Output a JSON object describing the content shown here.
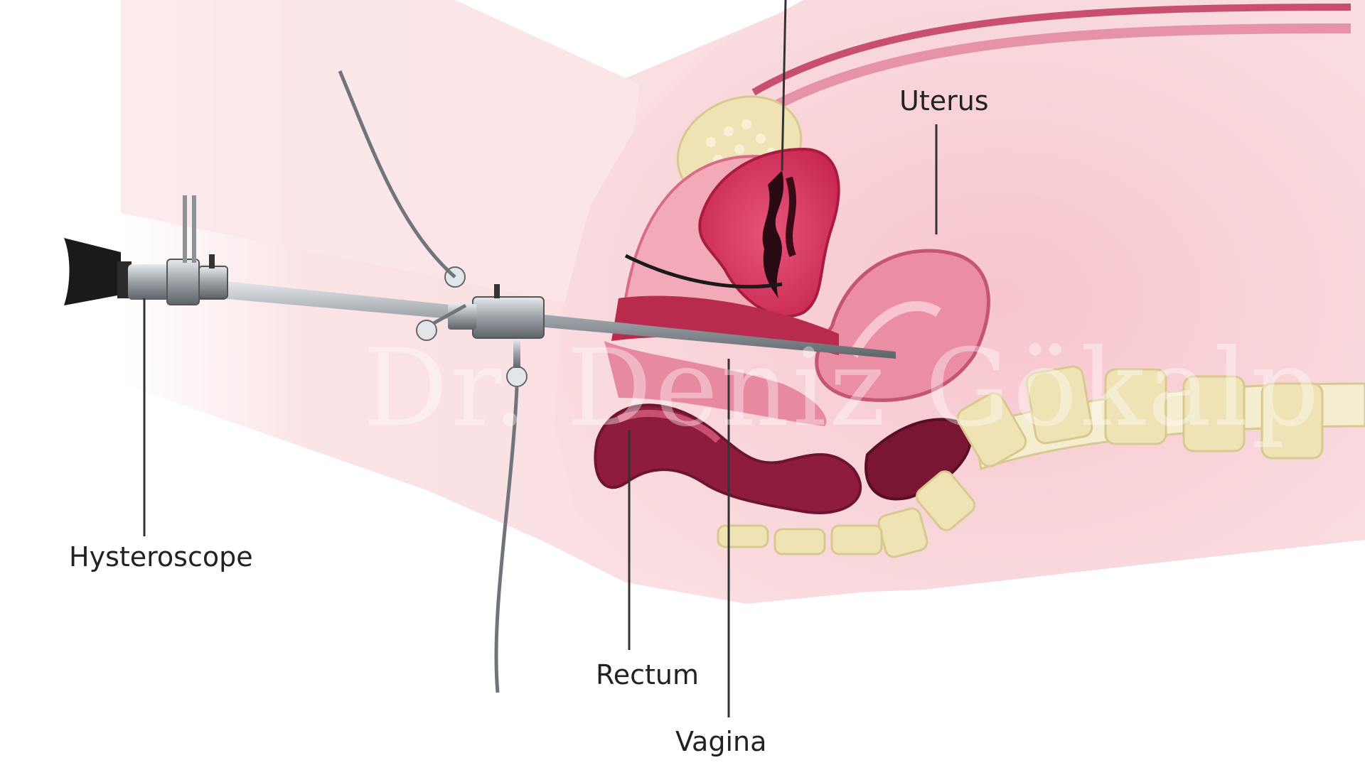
{
  "labels": {
    "uterus": "Uterus",
    "hysteroscope": "Hysteroscope",
    "rectum": "Rectum",
    "vagina": "Vagina"
  },
  "watermark": "Dr. Deniz Gökalp",
  "colors": {
    "skin": "#f9dde0",
    "tissue": "#f3b8c1",
    "uterus_wall": "#dc3a63",
    "cavity": "#2a0a12",
    "rectum": "#8e1d3d",
    "bone": "#efe3b6",
    "instrument": "#9ea3a8",
    "eyepiece": "#1a1a1a",
    "leader_line": "#333333"
  }
}
